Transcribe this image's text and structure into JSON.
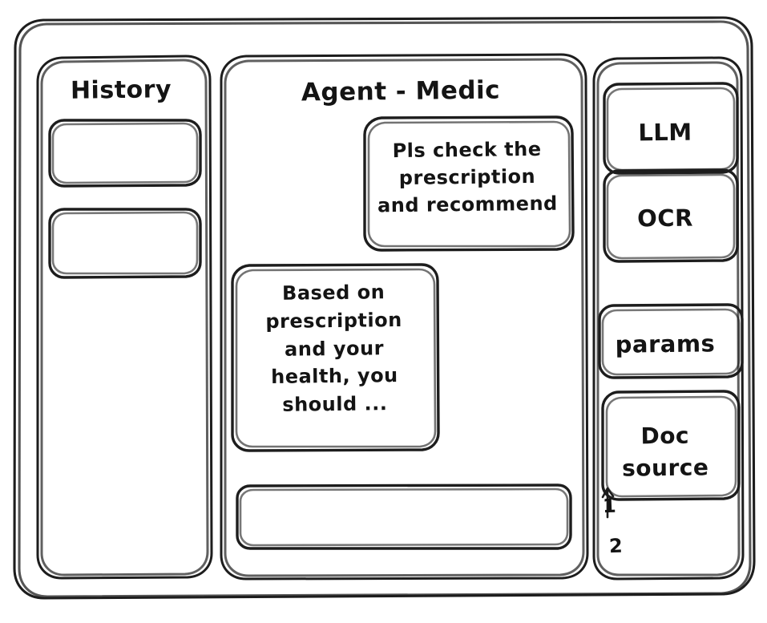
{
  "window": {
    "name": "agent-chat-wireframe"
  },
  "sidebar": {
    "title": "History",
    "items": [
      {
        "label": ""
      },
      {
        "label": ""
      }
    ]
  },
  "main": {
    "title": "Agent - Medic",
    "messages": [
      {
        "role": "user",
        "text": "Pls check the\nprescription\nand recommend"
      },
      {
        "role": "agent",
        "text": "Based on\nprescription\nand your\nhealth, you\nshould ..."
      }
    ],
    "composer": {
      "value": "",
      "placeholder": ""
    }
  },
  "tools": {
    "items": [
      {
        "label": "LLM"
      },
      {
        "label": "OCR"
      },
      {
        "label": "params"
      },
      {
        "label": "Doc\nsource"
      }
    ],
    "doc_sources": [
      {
        "label": "1"
      },
      {
        "label": "2"
      }
    ]
  },
  "colors": {
    "ink": "#1d1d1d",
    "paper": "#ffffff"
  }
}
